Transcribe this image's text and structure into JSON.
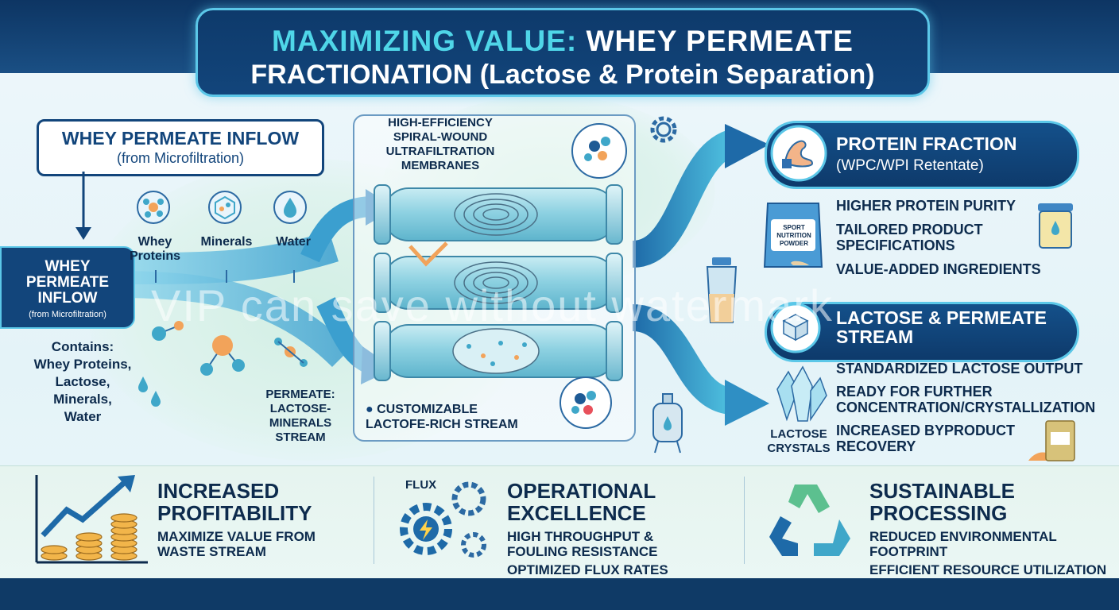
{
  "title": {
    "line1_highlight": "MAXIMIZING VALUE:",
    "line1_rest": "WHEY PERMEATE",
    "line2_main": "FRACTIONATION",
    "line2_sub": "(Lactose & Protein Separation)"
  },
  "inflow": {
    "box_title": "WHEY PERMEATE INFLOW",
    "box_sub": "(from Microfiltration)",
    "tag_line1": "WHEY",
    "tag_line2": "PERMEATE",
    "tag_line3": "INFLOW",
    "tag_sub": "(from Microfiltration)",
    "components": [
      "Whey Proteins",
      "Minerals",
      "Water"
    ],
    "contains_title": "Contains:",
    "contains_items": [
      "Whey Proteins,",
      "Lactose,",
      "Minerals,",
      "Water"
    ],
    "permeate_label": [
      "PERMEATE:",
      "LACTOSE-",
      "MINERALS",
      "STREAM"
    ]
  },
  "membranes": {
    "title_lines": [
      "HIGH-EFFICIENCY",
      "SPIRAL-WOUND",
      "ULTRAFILTRATION",
      "MEMBRANES"
    ],
    "stream_label_line1": "CUSTOMIZABLE",
    "stream_label_line2": "LACTOFE-RICH STREAM"
  },
  "protein": {
    "title": "PROTEIN FRACTION",
    "subtitle": "(WPC/WPI Retentate)",
    "package_text": "SPORT NUTRITION POWDER",
    "bullets": [
      "HIGHER PROTEIN PURITY",
      "TAILORED PRODUCT",
      "SPECIFICATIONS",
      "VALUE-ADDED INGREDIENTS"
    ]
  },
  "lactose": {
    "title_line1": "LACTOSE & PERMEATE",
    "title_line2": "STREAM",
    "crystal_label_line1": "LACTOSE",
    "crystal_label_line2": "CRYSTALS",
    "bullets": [
      "STANDARDIZED LACTOSE OUTPUT",
      "READY FOR FURTHER",
      "CONCENTRATION/CRYSTALLIZATION",
      "INCREASED BYPRODUCT",
      "RECOVERY"
    ]
  },
  "footer": {
    "profit": {
      "title1": "INCREASED",
      "title2": "PROFITABILITY",
      "sub1": "MAXIMIZE VALUE FROM",
      "sub2": "WASTE STREAM"
    },
    "ops": {
      "flux_label": "FLUX",
      "title1": "OPERATIONAL",
      "title2": "EXCELLENCE",
      "sub1": "HIGH THROUGHPUT &",
      "sub2": "FOULING RESISTANCE",
      "sub3": "OPTIMIZED FLUX RATES"
    },
    "sustain": {
      "title1": "SUSTAINABLE",
      "title2": "PROCESSING",
      "sub1": "REDUCED ENVIRONMENTAL",
      "sub2": "FOOTPRINT",
      "sub3": "EFFICIENT RESOURCE UTILIZATION"
    }
  },
  "watermark": "VIP can save without watermark",
  "colors": {
    "navy": "#12457b",
    "cyan": "#4fd6e8",
    "teal": "#5bc7e8",
    "dark_text": "#0d2b4d"
  }
}
